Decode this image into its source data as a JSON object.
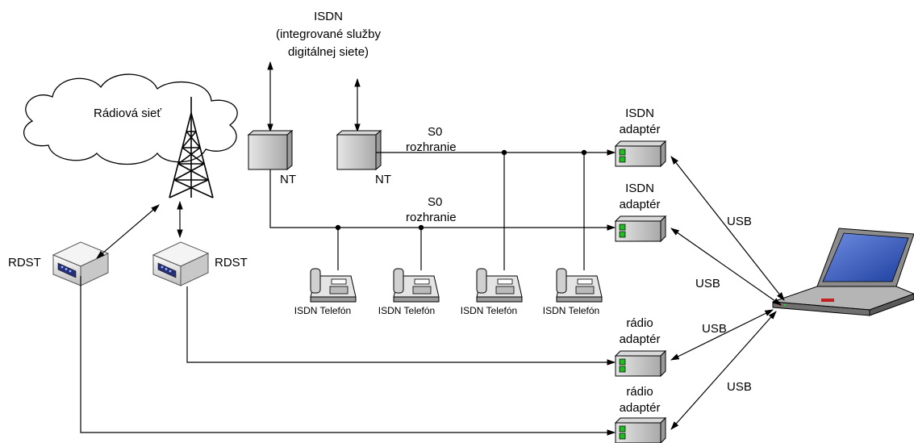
{
  "isdn_title": {
    "line1": "ISDN",
    "line2": "(integrované služby",
    "line3": "digitálnej siete)"
  },
  "radio_network_label": "Rádiová sieť",
  "nt_labels": [
    "NT",
    "NT"
  ],
  "s0_labels": [
    {
      "line1": "S0",
      "line2": "rozhranie"
    },
    {
      "line1": "S0",
      "line2": "rozhranie"
    }
  ],
  "rdst_labels": [
    "RDST",
    "RDST"
  ],
  "phone_labels": [
    "ISDN Telefón",
    "ISDN Telefón",
    "ISDN Telefón",
    "ISDN Telefón"
  ],
  "adapter_labels": [
    {
      "line1": "ISDN",
      "line2": "adaptér"
    },
    {
      "line1": "ISDN",
      "line2": "adaptér"
    },
    {
      "line1": "rádio",
      "line2": "adaptér"
    },
    {
      "line1": "rádio",
      "line2": "adaptér"
    }
  ],
  "usb_labels": [
    "USB",
    "USB",
    "USB",
    "USB"
  ],
  "colors": {
    "line": "#000000",
    "device_gray": "#c8c8c8",
    "led_green": "#22bb22",
    "screen_blue": "#1e3fa0"
  },
  "icons": [
    "cloud-icon",
    "radio-tower-icon",
    "nt-box-icon",
    "rdst-modem-icon",
    "isdn-phone-icon",
    "adapter-icon",
    "laptop-icon"
  ]
}
